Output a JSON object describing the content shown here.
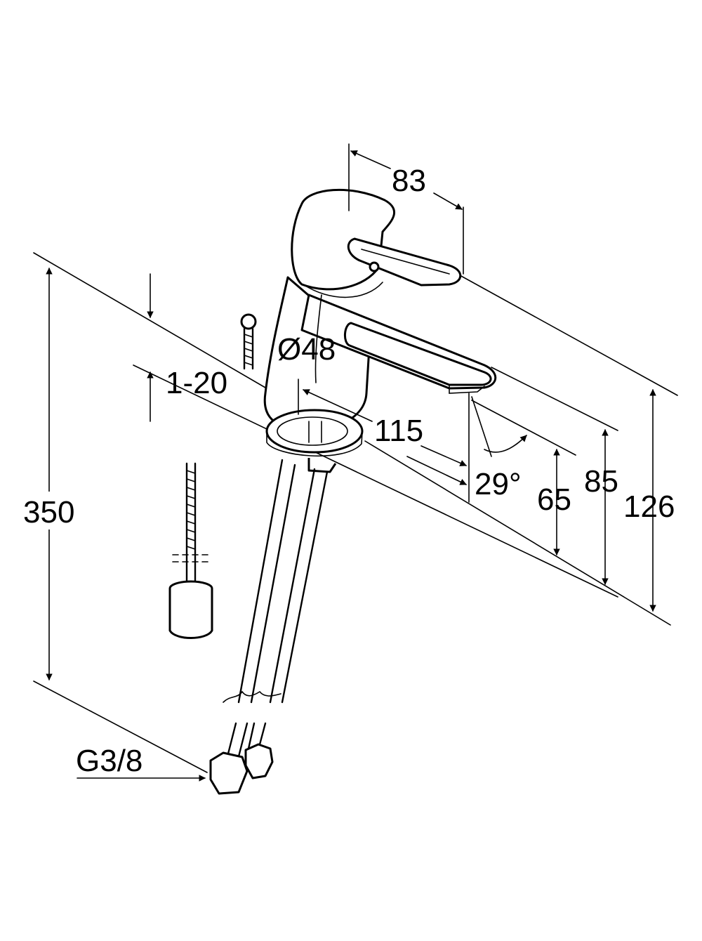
{
  "dimensions": {
    "width_83": "83",
    "diameter_48": "Ø48",
    "range_1_20": "1-20",
    "reach_115": "115",
    "angle_29": "29°",
    "height_65": "65",
    "height_85": "85",
    "height_126": "126",
    "hose_350": "350",
    "thread_g38": "G3/8"
  }
}
